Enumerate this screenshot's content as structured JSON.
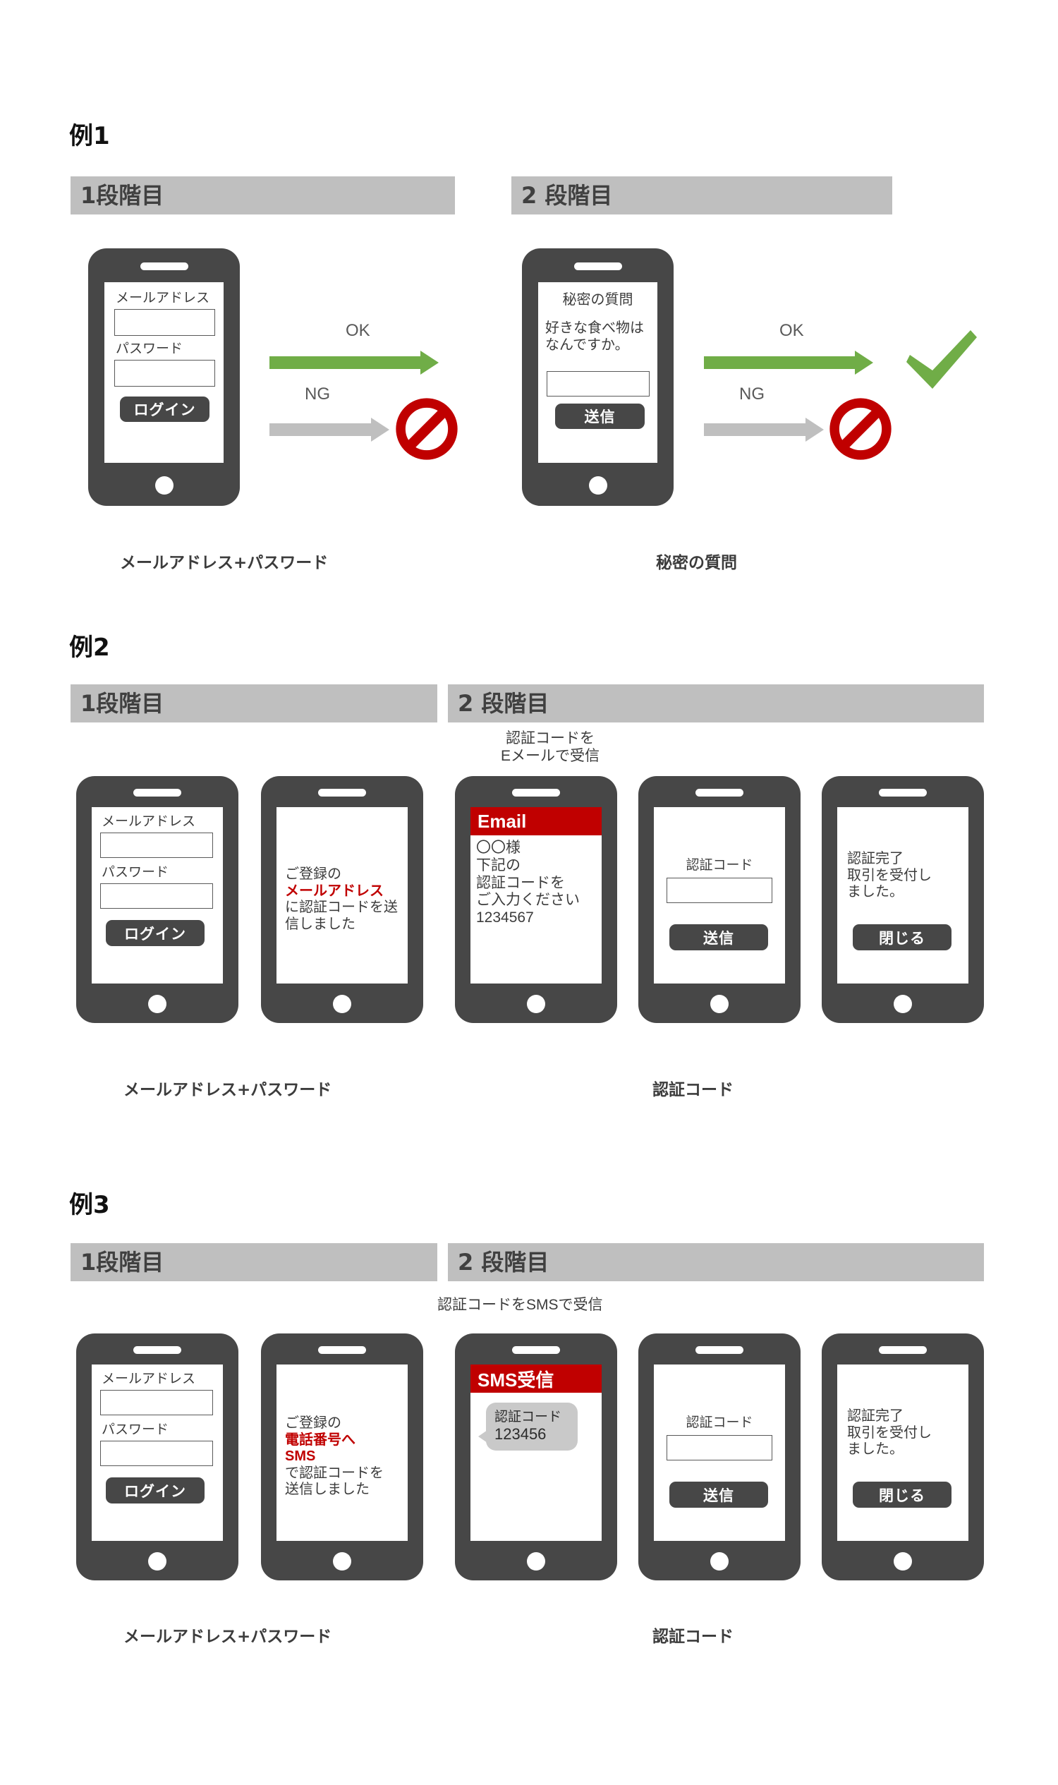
{
  "colors": {
    "phone_body": "#474747",
    "stage_bar": "#bfbfbf",
    "green": "#70ad47",
    "red": "#c00000",
    "grey_arrow": "#bfbfbf",
    "text": "#3c3c3c"
  },
  "common": {
    "stage1_label": "1段階目",
    "stage2_label": "2 段階目",
    "email_label": "メールアドレス",
    "password_label": "パスワード",
    "login_button": "ログイン",
    "submit_button": "送信",
    "close_button": "閉じる",
    "auth_code_label": "認証コード",
    "ok_label": "OK",
    "ng_label": "NG",
    "caption_email_password": "メールアドレス+パスワード",
    "caption_auth_code": "認証コード"
  },
  "examples": [
    {
      "title": "例1",
      "stage1": {
        "bar": "1段階目",
        "phones": [
          {
            "name": "login-phone",
            "lines": [
              {
                "type": "label",
                "text": "メールアドレス"
              },
              {
                "type": "field"
              },
              {
                "type": "label",
                "text": "パスワード"
              },
              {
                "type": "field"
              },
              {
                "type": "button",
                "text": "ログイン"
              }
            ]
          }
        ],
        "caption": "メールアドレス+パスワード"
      },
      "stage2": {
        "bar": "2 段階目",
        "phones": [
          {
            "name": "secret-question-phone",
            "title": "秘密の質問",
            "question": "好きな食べ物は\nなんですか。",
            "button": "送信"
          }
        ],
        "caption": "秘密の質問"
      },
      "flows": [
        {
          "label": "OK",
          "kind": "green",
          "end": "arrow"
        },
        {
          "label": "NG",
          "kind": "grey",
          "end": "no-entry"
        }
      ],
      "final_mark": "check"
    },
    {
      "title": "例2",
      "stage1": {
        "bar": "1段階目",
        "caption": "メールアドレス+パスワード",
        "login_phone": {
          "email_label": "メールアドレス",
          "password_label": "パスワード",
          "button": "ログイン"
        },
        "notice_phone": {
          "line1": "ご登録の",
          "line2_red": "メールアドレス",
          "line3": "に認証コードを送",
          "line4": "信しました"
        }
      },
      "stage2": {
        "bar": "2 段階目",
        "note": "認証コードを\nEメールで受信",
        "caption": "認証コード",
        "email_phone": {
          "header": "Email",
          "body": "〇〇様\n下記の\n認証コードを\nご入力ください\n1234567",
          "code": "1234567"
        },
        "code_phone": {
          "label": "認証コード",
          "button": "送信"
        },
        "done_phone": {
          "text": "認証完了\n取引を受付し\nました。",
          "button": "閉じる"
        }
      }
    },
    {
      "title": "例3",
      "stage1": {
        "bar": "1段階目",
        "caption": "メールアドレス+パスワード",
        "login_phone": {
          "email_label": "メールアドレス",
          "password_label": "パスワード",
          "button": "ログイン"
        },
        "notice_phone": {
          "line1": "ご登録の",
          "line2_red": "電話番号へ",
          "line3_red": "SMS",
          "line4": "で認証コードを",
          "line5": "送信しました"
        }
      },
      "stage2": {
        "bar": "2 段階目",
        "note": "認証コードをSMSで受信",
        "caption": "認証コード",
        "sms_phone": {
          "header": "SMS受信",
          "bubble_label": "認証コード",
          "bubble_code": "123456"
        },
        "code_phone": {
          "label": "認証コード",
          "button": "送信"
        },
        "done_phone": {
          "text": "認証完了\n取引を受付し\nました。",
          "button": "閉じる"
        }
      }
    }
  ]
}
